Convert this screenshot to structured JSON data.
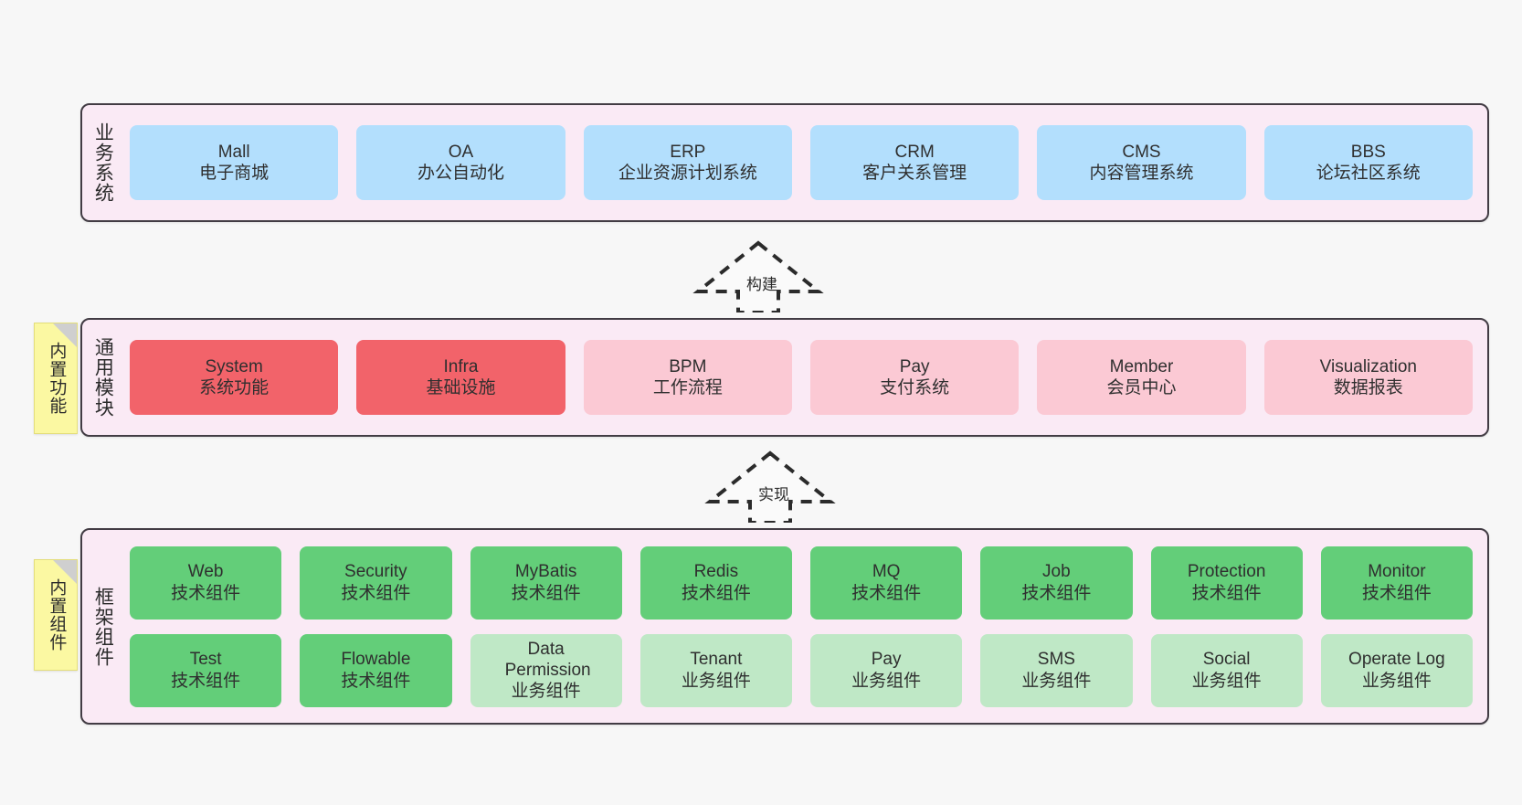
{
  "background": "#f7f7f7",
  "colors": {
    "layer_bg": "#faeaf5",
    "layer_border": "#423c44",
    "blue": "#b3dffd",
    "red": "#f2636a",
    "pink": "#fbc9d4",
    "green": "#63ce79",
    "light_green": "#bfe8c6",
    "note_yellow": "#fbf8a2",
    "note_fold": "#cfcfcf"
  },
  "notes": [
    {
      "id": "builtin-features",
      "text": "内置功能"
    },
    {
      "id": "builtin-components",
      "text": "内置组件"
    }
  ],
  "arrows": [
    {
      "id": "build",
      "label": "构建",
      "style": "dashed-hollow-up"
    },
    {
      "id": "implement",
      "label": "实现",
      "style": "dashed-hollow-up"
    }
  ],
  "layers": [
    {
      "id": "business",
      "label": "业务系统",
      "rows": [
        {
          "cells": [
            {
              "title": "Mall",
              "subtitle": "电子商城",
              "color": "blue"
            },
            {
              "title": "OA",
              "subtitle": "办公自动化",
              "color": "blue"
            },
            {
              "title": "ERP",
              "subtitle": "企业资源计划系统",
              "color": "blue"
            },
            {
              "title": "CRM",
              "subtitle": "客户关系管理",
              "color": "blue"
            },
            {
              "title": "CMS",
              "subtitle": "内容管理系统",
              "color": "blue"
            },
            {
              "title": "BBS",
              "subtitle": "论坛社区系统",
              "color": "blue"
            }
          ]
        }
      ]
    },
    {
      "id": "modules",
      "label": "通用模块",
      "rows": [
        {
          "cells": [
            {
              "title": "System",
              "subtitle": "系统功能",
              "color": "red"
            },
            {
              "title": "Infra",
              "subtitle": "基础设施",
              "color": "red"
            },
            {
              "title": "BPM",
              "subtitle": "工作流程",
              "color": "pink"
            },
            {
              "title": "Pay",
              "subtitle": "支付系统",
              "color": "pink"
            },
            {
              "title": "Member",
              "subtitle": "会员中心",
              "color": "pink"
            },
            {
              "title": "Visualization",
              "subtitle": "数据报表",
              "color": "pink"
            }
          ]
        }
      ]
    },
    {
      "id": "framework",
      "label": "框架组件",
      "rows": [
        {
          "cells": [
            {
              "title": "Web",
              "subtitle": "技术组件",
              "color": "green"
            },
            {
              "title": "Security",
              "subtitle": "技术组件",
              "color": "green"
            },
            {
              "title": "MyBatis",
              "subtitle": "技术组件",
              "color": "green"
            },
            {
              "title": "Redis",
              "subtitle": "技术组件",
              "color": "green"
            },
            {
              "title": "MQ",
              "subtitle": "技术组件",
              "color": "green"
            },
            {
              "title": "Job",
              "subtitle": "技术组件",
              "color": "green"
            },
            {
              "title": "Protection",
              "subtitle": "技术组件",
              "color": "green"
            },
            {
              "title": "Monitor",
              "subtitle": "技术组件",
              "color": "green"
            }
          ]
        },
        {
          "cells": [
            {
              "title": "Test",
              "subtitle": "技术组件",
              "color": "green"
            },
            {
              "title": "Flowable",
              "subtitle": "技术组件",
              "color": "green"
            },
            {
              "title": "Data Permission",
              "subtitle": "业务组件",
              "color": "light_green"
            },
            {
              "title": "Tenant",
              "subtitle": "业务组件",
              "color": "light_green"
            },
            {
              "title": "Pay",
              "subtitle": "业务组件",
              "color": "light_green"
            },
            {
              "title": "SMS",
              "subtitle": "业务组件",
              "color": "light_green"
            },
            {
              "title": "Social",
              "subtitle": "业务组件",
              "color": "light_green"
            },
            {
              "title": "Operate Log",
              "subtitle": "业务组件",
              "color": "light_green"
            }
          ]
        }
      ]
    }
  ]
}
